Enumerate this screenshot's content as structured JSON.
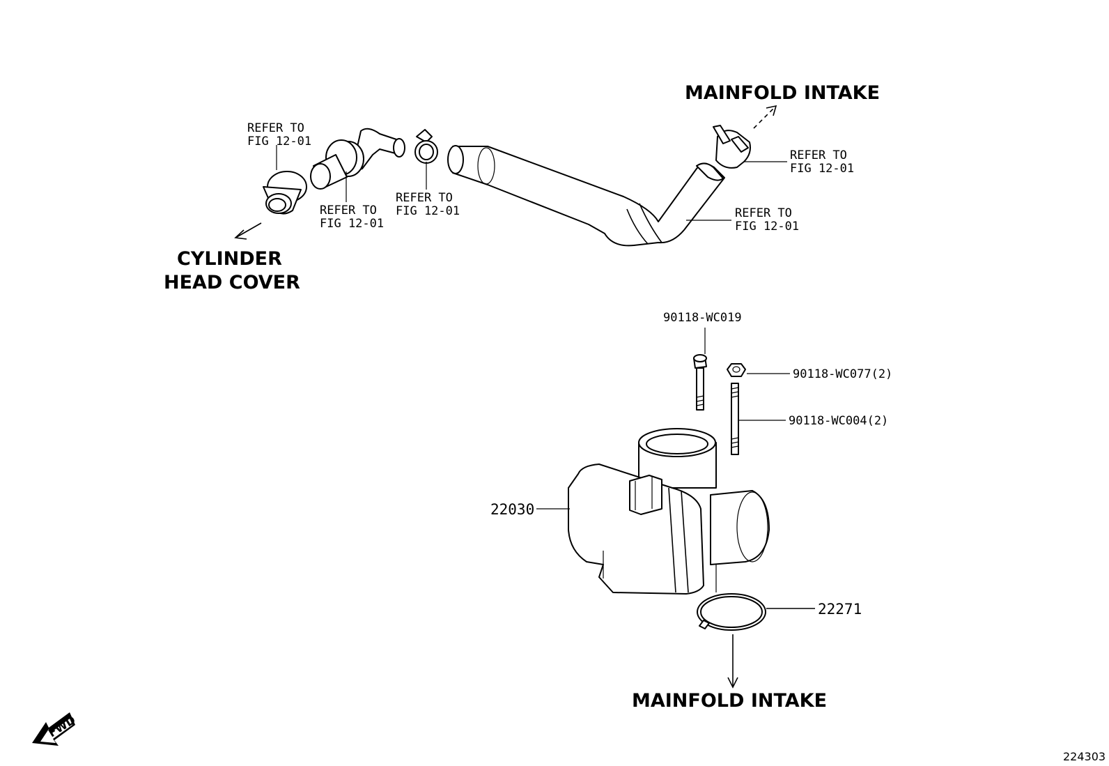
{
  "labels": {
    "refer1": [
      "REFER TO",
      "FIG 12-01"
    ],
    "refer2": [
      "REFER TO",
      "FIG 12-01"
    ],
    "refer3": [
      "REFER TO",
      "FIG 12-01"
    ],
    "refer4": [
      "REFER TO",
      "FIG 12-01"
    ],
    "refer5": [
      "REFER TO",
      "FIG 12-01"
    ],
    "mainfold_top": "MAINFOLD INTAKE",
    "mainfold_bottom": "MAINFOLD INTAKE",
    "cylinder": [
      "CYLINDER",
      "HEAD COVER"
    ],
    "part_bolt": "90118-WC019",
    "part_nut": "90118-WC077(2)",
    "part_stud": "90118-WC004(2)",
    "part_body": "22030",
    "part_gasket": "22271",
    "fwd": "FWD",
    "figure_id": "224303"
  }
}
